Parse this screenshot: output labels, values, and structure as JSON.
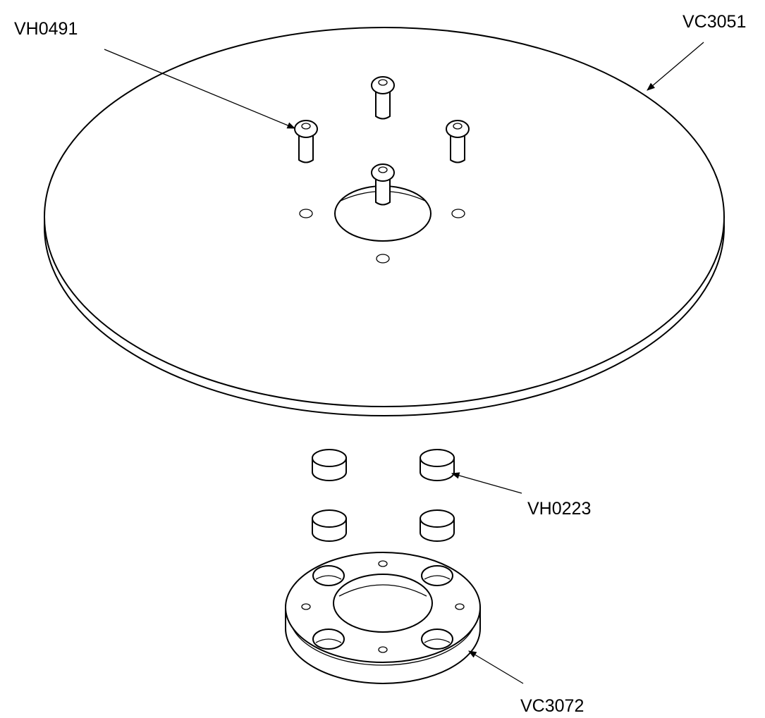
{
  "callouts": {
    "screw": "VH0491",
    "disc": "VC3051",
    "bushing": "VH0223",
    "hub": "VC3072"
  },
  "colors": {
    "line": "#000000",
    "background": "#ffffff"
  }
}
